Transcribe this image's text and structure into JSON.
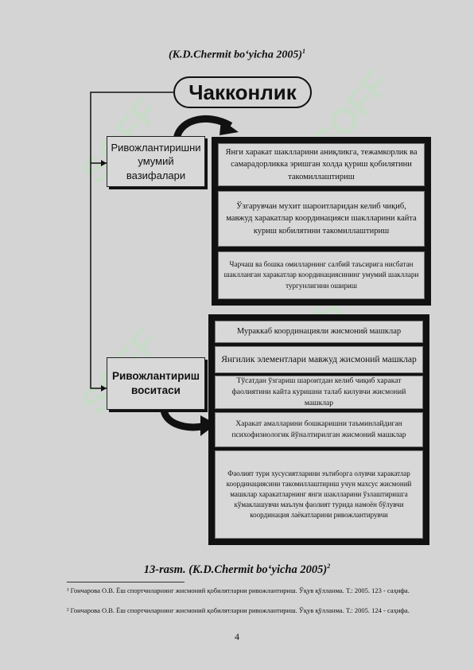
{
  "caption_top": {
    "text": "(K.D.Chermit bo‘yicha 2005)",
    "sup": "1"
  },
  "diagram": {
    "title": "Чакконлик",
    "left_boxes": [
      "Ривожлантиришни умумий вазифалари",
      "Ривожлантириш воситаси"
    ],
    "tasks": [
      "Янги харакат шаклларини аниқликга, тежамкорлик ва самарадорликка эришган холда қуриш қобилятини такомиллаштириш",
      "Ўзгарувчан мухит шароитларидан келиб чиқиб, мавжуд харакатлар координацияси шаклларини кайта куриш кобилятини такомиллаштириш",
      "Чарчаш ва бошка омилларнинг салбий таъсирига нисбатан шаклланган харакатлар координациясининг умумий шакллари тургунлигини ошириш"
    ],
    "means": [
      "Мураккаб координацияли жисмоний машклар",
      "Янгилик элементлари мавжуд жисмоний машклар",
      "Тўсатдан ўзгариш шароитдан келиб чиқиб харакат фаолиятини кайта куришни талаб килувчи жисмоний машклар",
      "Харакат амалларини бошкаришни таъминлайдиган психофизиологик йўналтирилган жисмоний машклар",
      "Фаолият тури хусусиятларини эътиборга олувчи харакатлар координациясини такомиллаштириш учун махсус жисмоний машклар харакатларнинг янги шаклларини ўзлаштиришга кўмаклашувчи маълум фаолият турида намоён бўлувчи координация лаёкатларини ривожлантирувчи"
    ]
  },
  "caption_bottom": {
    "text": "13-rasm. (K.D.Chermit bo‘yicha 2005)",
    "sup": "2"
  },
  "footnotes": [
    "¹ Гончарова О.В. Ёш спортчиларнинг жисмоний қобилятларни ривожлантириш. Ўқув қўлланма. Т.: 2005. 123 - саҳифа.",
    "² Гончарова О.В. Ёш спортчиларнинг жисмоний қобилятларни ривожлантириш. Ўқув қўлланма. Т.: 2005. 124 - саҳифа."
  ],
  "page_number": "4",
  "watermark": "SOFF",
  "colors": {
    "page_bg": "#d4d4d4",
    "panel": "#111111",
    "watermark": "#bfe0bf"
  }
}
